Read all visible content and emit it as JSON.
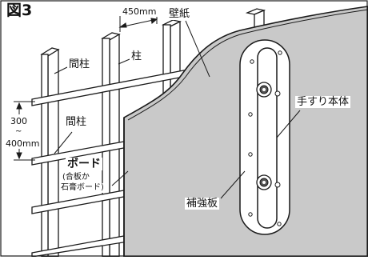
{
  "figure": {
    "title": "図3"
  },
  "labels": {
    "stud_spacing": "450mm",
    "wallpaper": "壁紙",
    "intermediate_stud_top": "間柱",
    "main_stud": "柱",
    "batten_range_top": "300",
    "batten_range_tilde": "~",
    "batten_range_bottom": "400mm",
    "intermediate_stud_mid": "間柱",
    "board": "ボード",
    "board_note_line1": "(合板か",
    "board_note_line2": "石膏ボード)",
    "handrail_body": "手すり本体",
    "backing_plate": "補強板"
  },
  "colors": {
    "wall_fill": "#c9c9c9",
    "line": "#1a1a1a",
    "background": "#ffffff",
    "handrail_fill": "#ffffff"
  }
}
